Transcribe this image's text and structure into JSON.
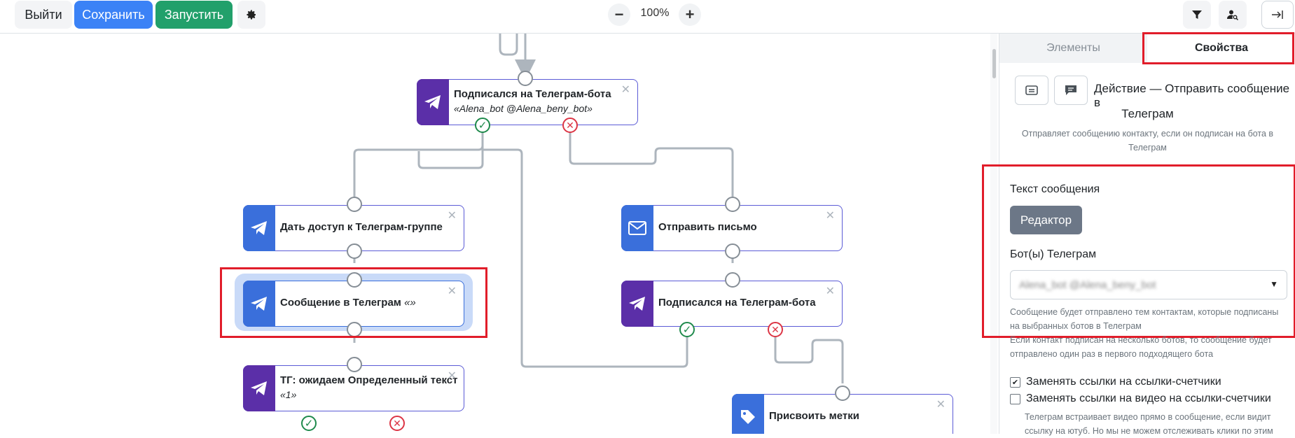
{
  "toolbar": {
    "exit_label": "Выйти",
    "save_label": "Сохранить",
    "run_label": "Запустить",
    "zoom_out": "−",
    "zoom_level": "100%",
    "zoom_in": "+"
  },
  "nodes": {
    "subscribed_top": {
      "title": "Подписался на Телеграм-бота",
      "subtitle": "«Alena_bot @Alena_beny_bot»"
    },
    "grant_access": {
      "title": "Дать доступ к Телеграм-группе"
    },
    "send_email": {
      "title": "Отправить письмо"
    },
    "tg_message": {
      "title": "Сообщение в Телеграм",
      "subtitle": "«»"
    },
    "subscribed_right": {
      "title": "Подписался на Телеграм-бота"
    },
    "tg_wait": {
      "title": "ТГ: ожидаем Определенный текст",
      "subtitle": "«1»"
    },
    "assign_tags": {
      "title": "Присвоить метки"
    }
  },
  "panel": {
    "tab_elements": "Элементы",
    "tab_properties": "Свойства",
    "action_title_line1": "Действие — Отправить сообщение в",
    "action_title_line2": "Телеграм",
    "action_desc_line1": "Отправляет сообщению контакту, если он подписан на бота в",
    "action_desc_line2": "Телеграм",
    "message_text_label": "Текст сообщения",
    "editor_button": "Редактор",
    "bots_label": "Бот(ы) Телеграм",
    "bots_value": "Alena_bot @Alena_beny_bot",
    "hint1_line1": "Сообщение будет отправлено тем контактам, которые подписаны",
    "hint1_line2": "на выбранных ботов в Телеграм",
    "hint2_line1": "Если контакт подписан на несколько ботов, то сообщение будет",
    "hint2_line2": "отправлено один раз в первого подходящего бота",
    "checkbox1_label": "Заменять ссылки на ссылки-счетчики",
    "checkbox1_checked": true,
    "checkbox2_label": "Заменять ссылки на видео на ссылки-счетчики",
    "checkbox2_checked": false,
    "checkbox2_hint": "Телеграм встраивает видео прямо в сообщение, если видит ссылку на ютуб. Но мы не можем отслеживать клики по этим"
  },
  "colors": {
    "accent_blue": "#3b82f6",
    "accent_green": "#22a06b",
    "node_purple": "#5b2fa8",
    "node_blue": "#3a6fdb",
    "highlight_red": "#e11d2a",
    "connector_gray": "#adb5bd"
  }
}
